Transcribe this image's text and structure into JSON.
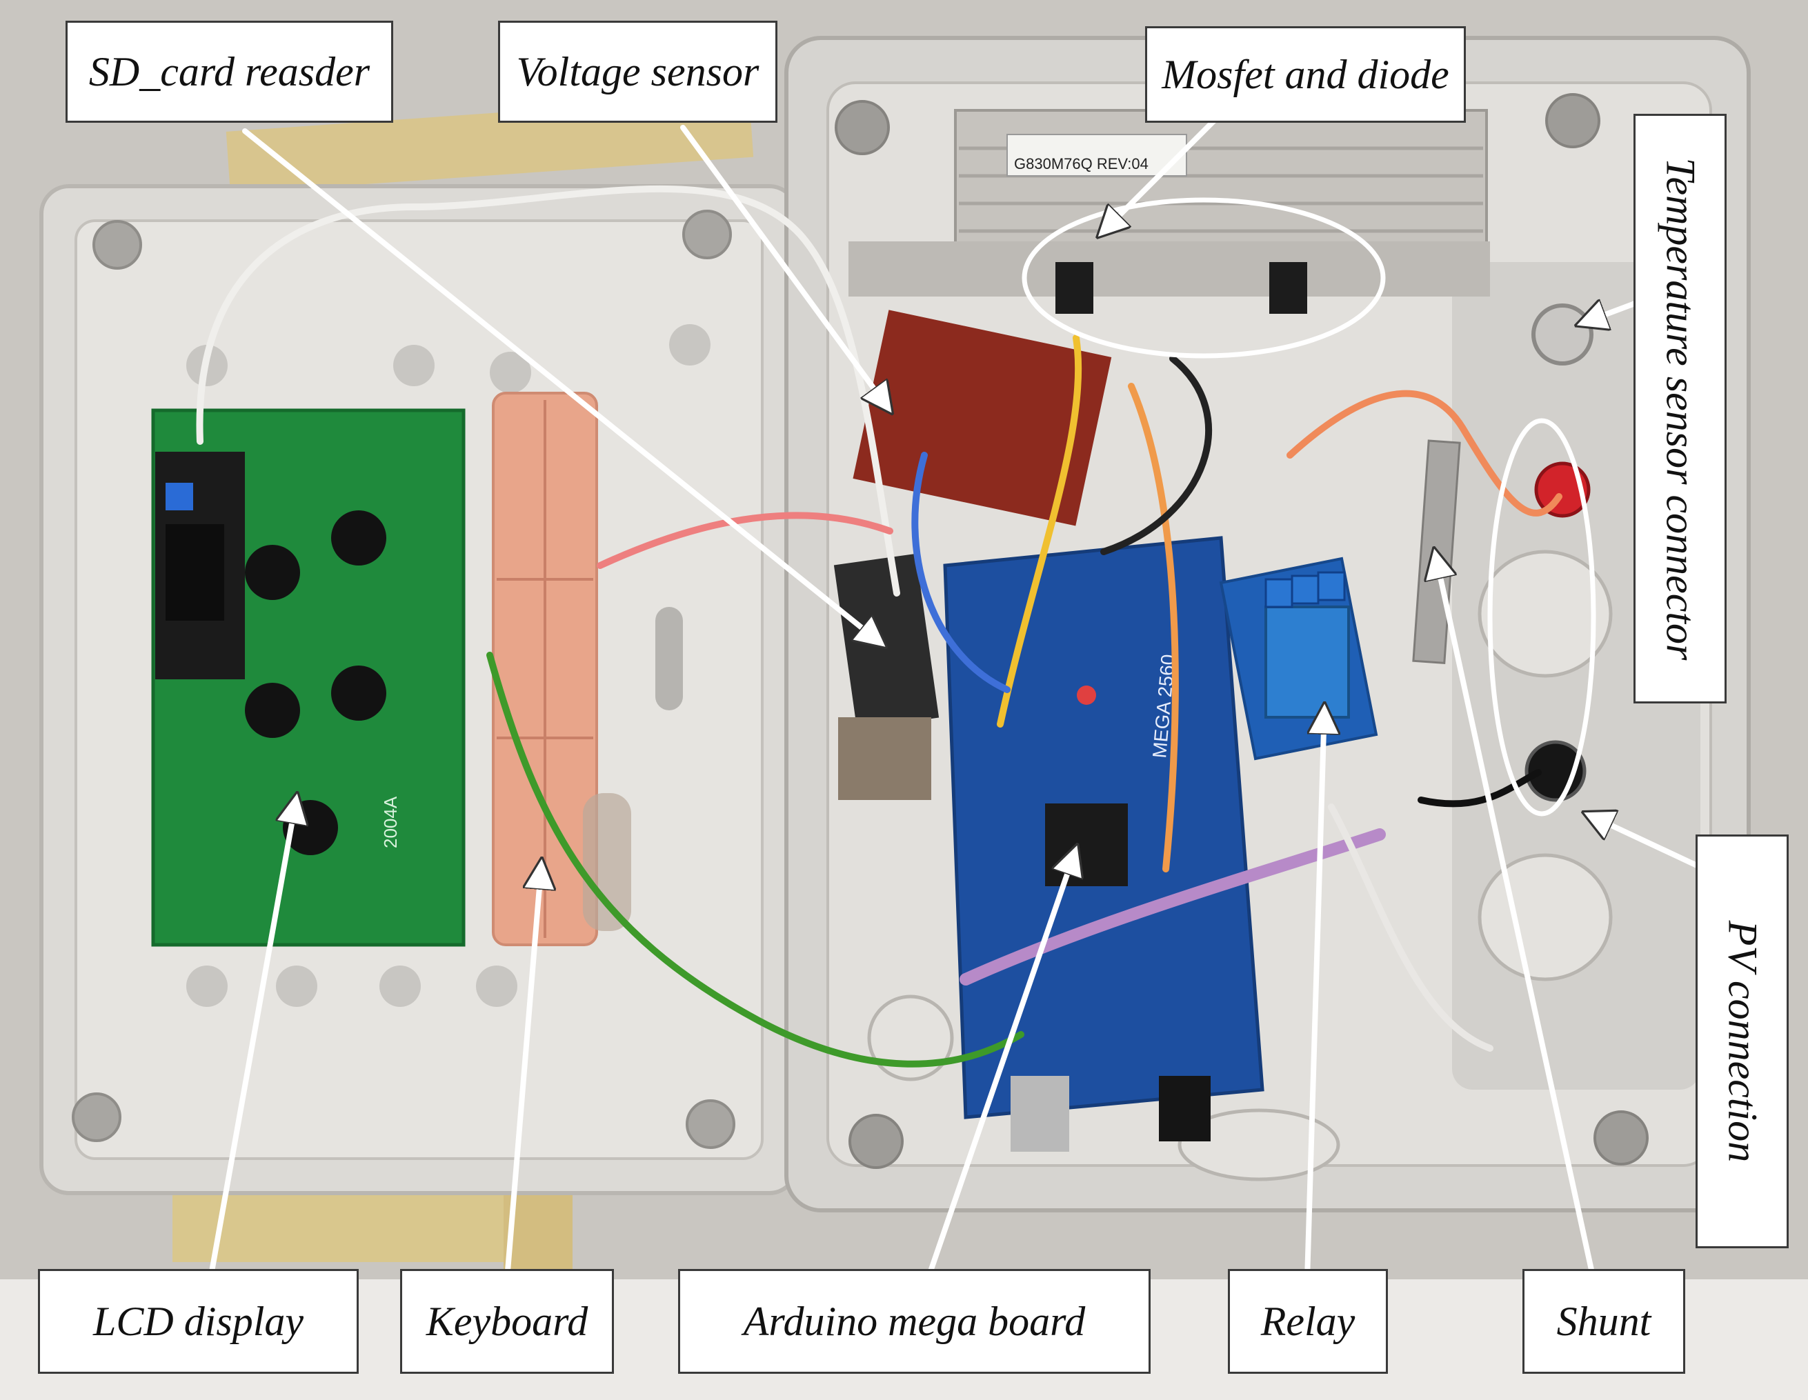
{
  "labels": {
    "sd_card": "SD_card reasder",
    "voltage_sensor": "Voltage sensor",
    "mosfet_diode": "Mosfet and diode",
    "temp_sensor": "Temperature sensor connector",
    "pv_connection": "PV connection",
    "lcd_display": "LCD display",
    "keyboard": "Keyboard",
    "arduino": "Arduino mega board",
    "relay": "Relay",
    "shunt": "Shunt"
  },
  "board_text": {
    "heatsink_sticker": "G830M76Q  REV:04",
    "mega_print": "MEGA 2560",
    "lcd_model": "2004A"
  },
  "colors": {
    "background": "#c9c6c1",
    "enclosure": "#dedcd8",
    "lcd_pcb": "#1f8a3c",
    "arduino_pcb": "#1d4fa0",
    "copper": "#e8a58a",
    "relay_module": "#1f5fb5",
    "arrow": "#ffffff"
  }
}
